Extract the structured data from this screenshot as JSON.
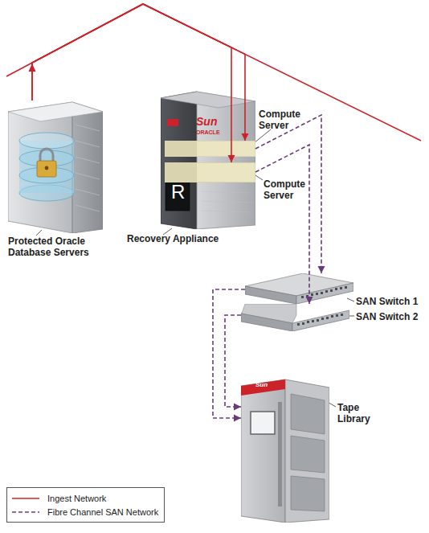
{
  "diagram": {
    "nodes": [
      {
        "text": [
          "Protected Oracle Database Servers"
        ]
      },
      {
        "text": [
          "Recovery Appliance"
        ]
      },
      {
        "text": [
          "Compute Server"
        ],
        "in": 1
      },
      {
        "text": [
          "Compute Server"
        ],
        "in": 1
      },
      {
        "text": [
          "SAN Switch 1"
        ]
      },
      {
        "text": [
          "SAN Switch 2"
        ]
      },
      {
        "text": [
          "Tape Library"
        ]
      }
    ],
    "edges": [
      {
        "from": 0,
        "to": 2,
        "arrow": "to"
      },
      {
        "from": 0,
        "to": 3,
        "arrow": "to"
      },
      {
        "from": 2,
        "to": 4,
        "arrow": "to"
      },
      {
        "from": 3,
        "to": 5,
        "arrow": "to"
      },
      {
        "from": 4,
        "to": 6,
        "arrow": "to"
      },
      {
        "from": 5,
        "to": 6,
        "arrow": "to"
      }
    ],
    "labels": [
      "Sun",
      "ORACLE",
      "R",
      "Sun"
    ],
    "legend": [
      {
        "text": "Ingest Network"
      },
      {
        "text": "Fibre Channel SAN Network"
      }
    ]
  }
}
